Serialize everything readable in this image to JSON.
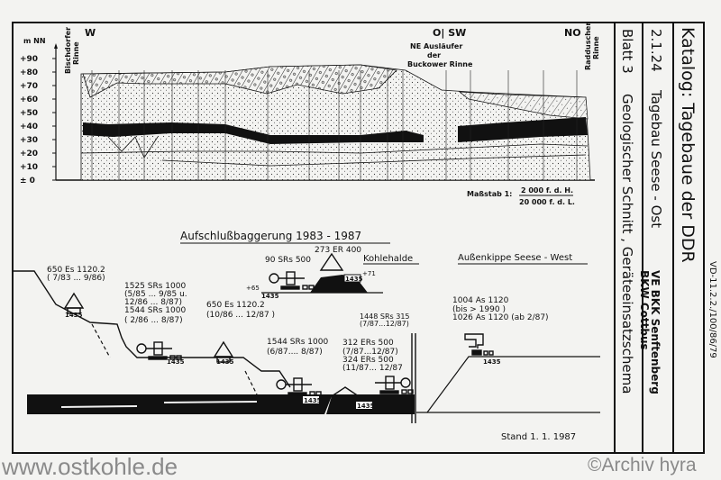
{
  "title_block": {
    "catalog": "Katalog:  Tagebaue der DDR",
    "number": "2.1.24",
    "mine": "Tagebau Seese - Ost",
    "owner_line1": "VE BKK Senftenberg",
    "owner_line2": "BKW  Cottbus",
    "sheet": "Blatt 3",
    "subject": "Geologischer Schnitt , Geräteeinsatzschema",
    "reference": "VD-11.2.2./100/86/79"
  },
  "section": {
    "axis_unit": "m NN",
    "ticks": [
      "+90",
      "+80",
      "+70",
      "+60",
      "+50",
      "+40",
      "+30",
      "+20",
      "+10",
      "± 0"
    ],
    "dir_west": "W",
    "dir_o_sw": "O| SW",
    "dir_no": "NO",
    "label_bischdorf_1": "Bischdorfer",
    "label_bischdorf_2": "Rinne",
    "label_buckow_1": "NE Ausläufer",
    "label_buckow_2": "der",
    "label_buckow_3": "Buckower Rinne",
    "label_radd_1": "Radduscher",
    "label_radd_2": "Rinne",
    "scale_label": "Maßstab 1:",
    "scale_h": "2 000 f. d. H.",
    "scale_l": "20 000 f. d. L."
  },
  "scheme": {
    "title": "Aufschlußbaggerung     1983 - 1987",
    "kohlehalde": "Kohlehalde",
    "aussenkippe": "Außenkippe  Seese - West",
    "stand": "Stand     1. 1. 1987",
    "gauge": "1435",
    "machines": {
      "es650_a_1": "650 Es 1120.2",
      "es650_a_2": "( 7/83 ... 9/86)",
      "srs1525_1": "1525  SRs 1000",
      "srs1525_2": "(5/85 ... 9/85 u.",
      "srs1525_3": "12/86 ... 8/87)",
      "srs1544_1": "1544  SRs 1000",
      "srs1544_2": "( 2/86 ... 8/87)",
      "es650_b_1": "650  Es  1120.2",
      "es650_b_2": "(10/86  ... 12/87 )",
      "srs90": "90 SRs 500",
      "er273": "273 ER 400",
      "level_65": "+65",
      "level_71": "+71",
      "srs1544b_1": "1544  SRs  1000",
      "srs1544b_2": "(6/87.... 8/87)",
      "srs1448_1": "1448  SRs 315",
      "srs1448_2": "(7/87...12/87)",
      "ers312_1": "312  ERs 500",
      "ers312_2": "(7/87...12/87)",
      "ers324_1": "324  ERs 500",
      "ers324_2": "(11/87... 12/87",
      "as1004_1": "1004  As 1120",
      "as1004_2": "(bis > 1990 )",
      "as1026": "1026   As  1120 (ab 2/87)"
    }
  },
  "watermarks": {
    "left": "www.ostkohle.de",
    "right": "©Archiv hyra"
  }
}
